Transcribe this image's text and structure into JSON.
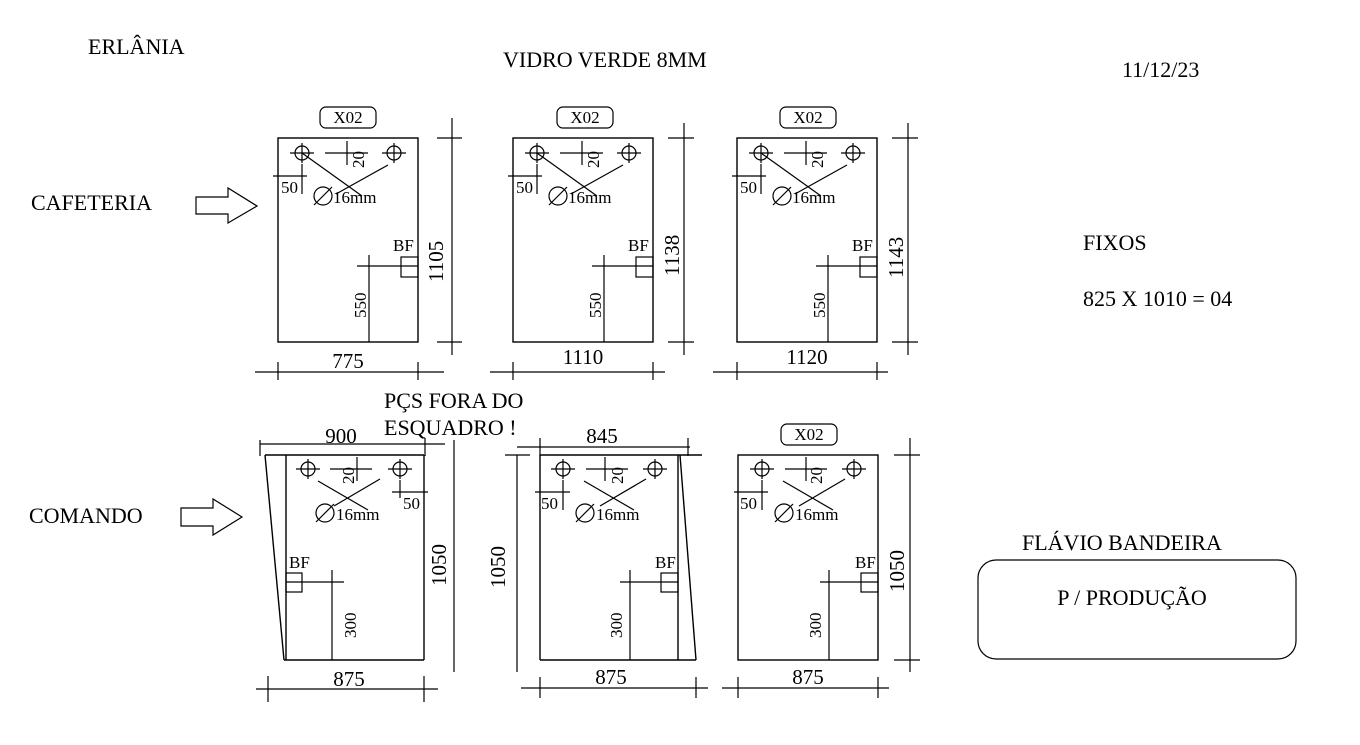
{
  "header": {
    "client": "ERLÂNIA",
    "material": "VIDRO VERDE 8MM",
    "date": "11/12/23"
  },
  "rows": {
    "row1_label": "CAFETERIA",
    "row2_label": "COMANDO"
  },
  "panels": [
    {
      "tag": "X02",
      "width": "775",
      "height": "1105",
      "hole_spacing": "20",
      "hole_offset": "50",
      "hole_diameter": "16mm",
      "handle": "BF",
      "handle_height": "550"
    },
    {
      "tag": "X02",
      "width": "1110",
      "height": "1138",
      "hole_spacing": "20",
      "hole_offset": "50",
      "hole_diameter": "16mm",
      "handle": "BF",
      "handle_height": "550"
    },
    {
      "tag": "X02",
      "width": "1120",
      "height": "1143",
      "hole_spacing": "20",
      "hole_offset": "50",
      "hole_diameter": "16mm",
      "handle": "BF",
      "handle_height": "550"
    },
    {
      "top_width": "900",
      "width": "875",
      "height": "1050",
      "hole_spacing": "20",
      "hole_offset": "50",
      "hole_diameter": "16mm",
      "handle": "BF",
      "handle_height": "300"
    },
    {
      "top_width": "845",
      "width": "875",
      "height": "1050",
      "hole_spacing": "20",
      "hole_offset": "50",
      "hole_diameter": "16mm",
      "handle": "BF",
      "handle_height": "300"
    },
    {
      "tag": "X02",
      "width": "875",
      "height": "1050",
      "hole_spacing": "20",
      "hole_offset": "50",
      "hole_diameter": "16mm",
      "handle": "BF",
      "handle_height": "300"
    }
  ],
  "notes": {
    "out_of_square_line1": "PÇS FORA DO",
    "out_of_square_line2": "ESQUADRO !",
    "fixed_title": "FIXOS",
    "fixed_spec": "825 X 1010 = 04"
  },
  "footer": {
    "person": "FLÁVIO BANDEIRA",
    "stamp": "P / PRODUÇÃO"
  }
}
